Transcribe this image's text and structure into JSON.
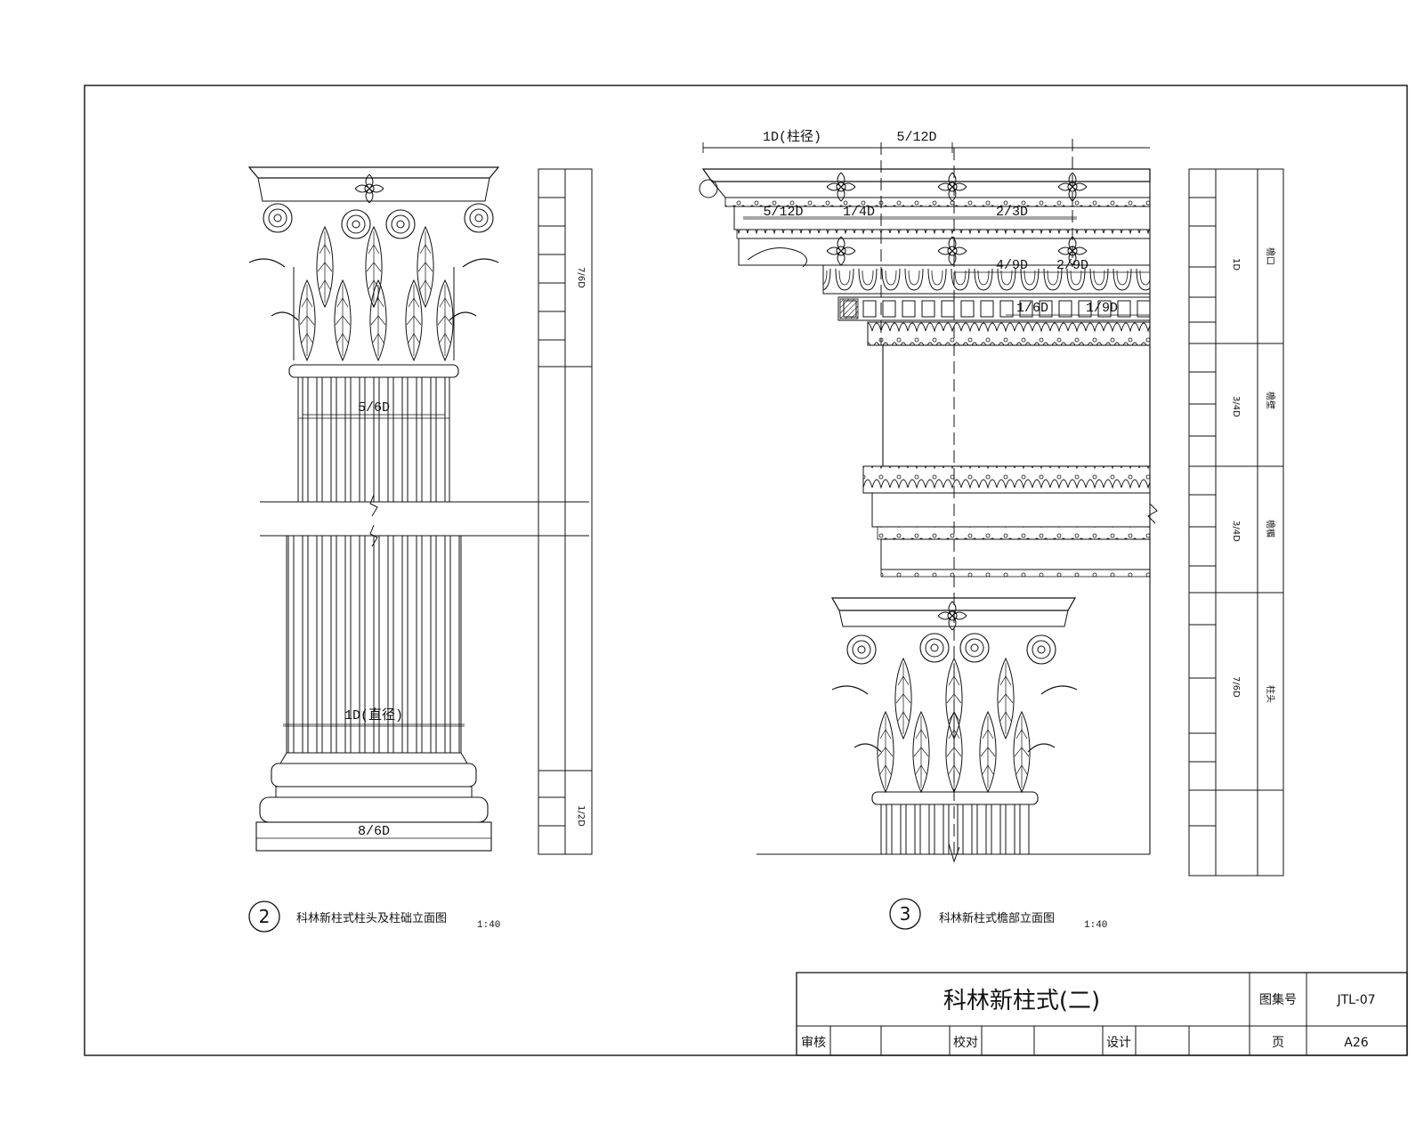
{
  "drawing": {
    "title": "科林新柱式(二)",
    "atlas_label": "图集号",
    "atlas_no": "JTL-07",
    "page_label": "页",
    "page_no": "A26",
    "review_label": "审核",
    "check_label": "校对",
    "design_label": "设计"
  },
  "view2": {
    "number": "2",
    "caption": "科林新柱式柱头及柱础立面图",
    "scale": "1:40",
    "dims": {
      "top_width": "5/6D",
      "diameter": "1D(直径)",
      "base_width": "8/6D"
    },
    "side_labels": [
      "7/6D",
      "1/2D"
    ]
  },
  "view3": {
    "number": "3",
    "caption": "科林新柱式檐部立面图",
    "scale": "1:40",
    "dims": {
      "d1": "1D(柱径)",
      "d2": "5/12D",
      "d3": "5/12D",
      "d4": "1/4D",
      "d5": "2/3D",
      "d6": "4/9D",
      "d7": "2/9D",
      "d8": "1/6D",
      "d9": "1/9D"
    },
    "side_ratios": [
      "1D",
      "3/4D",
      "3/4D",
      "7/6D"
    ],
    "side_names": [
      "檐口",
      "檐壁",
      "檐楣",
      "柱头"
    ]
  },
  "colors": {
    "ink": "#111111",
    "paper": "#ffffff"
  }
}
